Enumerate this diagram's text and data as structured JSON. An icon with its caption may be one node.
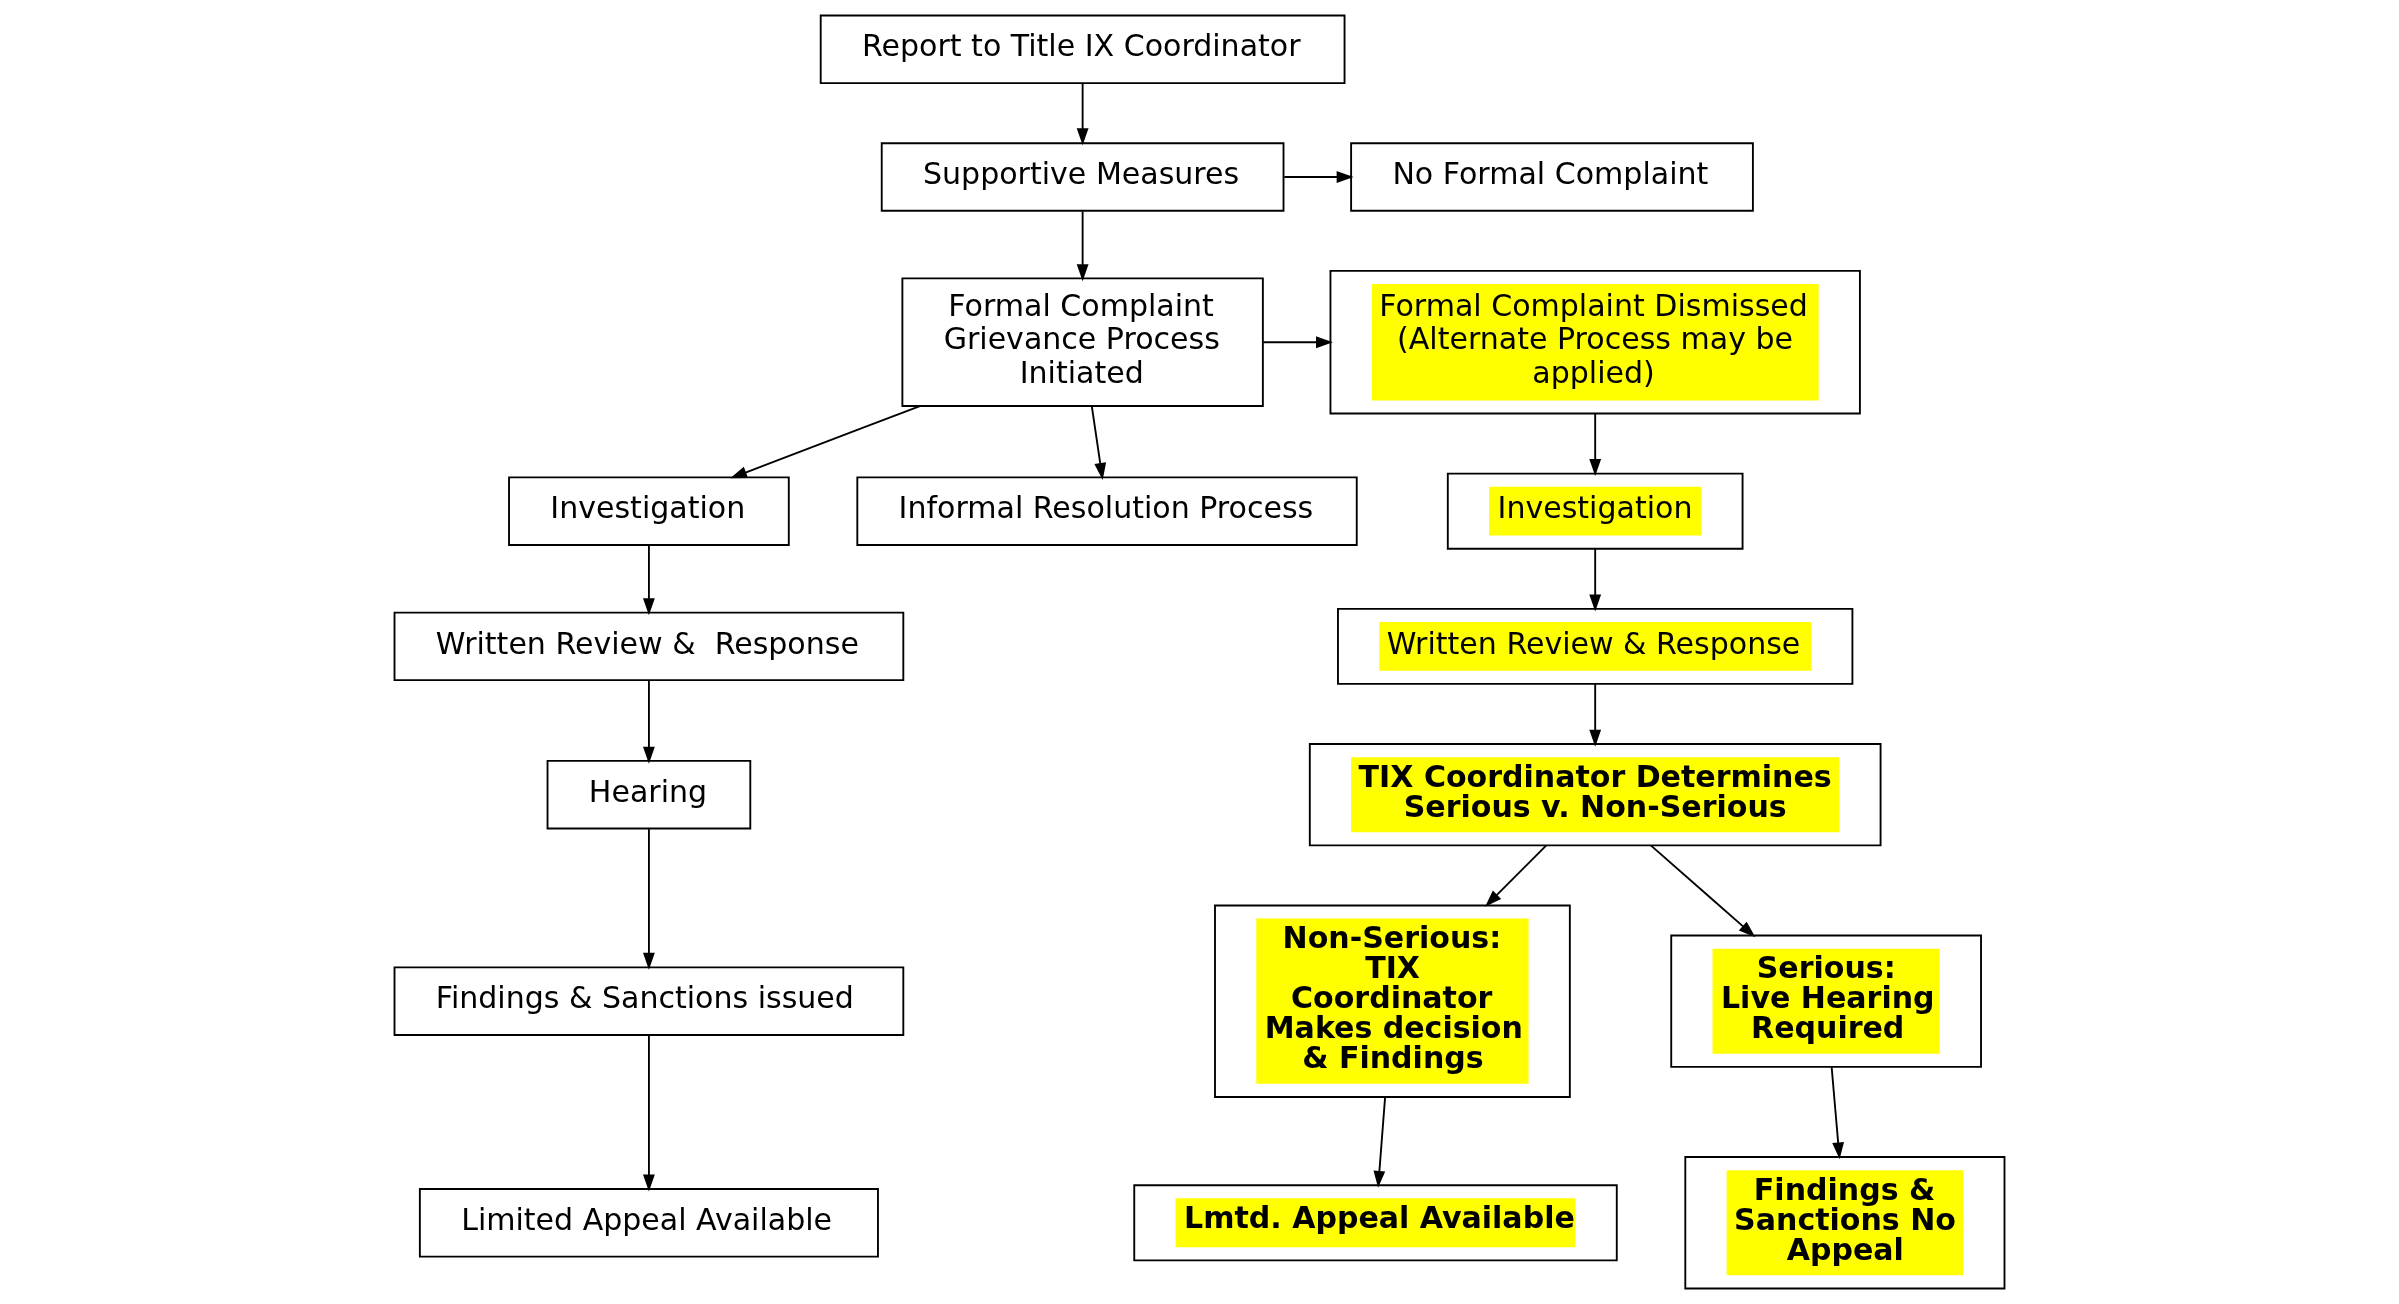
{
  "diagram": {
    "nodes": [
      {
        "text": [
          "Report to Title IX Coordinator"
        ]
      },
      {
        "text": [
          "Supportive Measures"
        ]
      },
      {
        "text": [
          "No Formal Complaint"
        ]
      },
      {
        "text": [
          "Formal Complaint Grievance Process Initiated"
        ]
      },
      {
        "text": [
          "Formal Complaint Dismissed (Alternate Process may be applied)"
        ]
      },
      {
        "text": [
          "Investigation"
        ]
      },
      {
        "text": [
          "Investigation"
        ]
      },
      {
        "text": [
          "Informal Resolution Process"
        ]
      },
      {
        "text": [
          "Written Review &  Response"
        ]
      },
      {
        "text": [
          "Written Review & Response"
        ]
      },
      {
        "text": [
          "Hearing"
        ]
      },
      {
        "text": [
          "TIX Coordinator Determines Serious v. Non-Serious"
        ]
      },
      {
        "text": [
          "Findings & Sanctions issued"
        ]
      },
      {
        "text": [
          "Non-Serious: TIX Coordinator Makes decision & Findings"
        ]
      },
      {
        "text": [
          "Serious: Live Hearing Required"
        ]
      },
      {
        "text": [
          "Limited Appeal Available"
        ]
      },
      {
        "text": [
          "Lmtd. Appeal Available"
        ]
      },
      {
        "text": [
          "Findings & Sanctions No Appeal"
        ]
      }
    ],
    "edges": [
      {
        "from": 0,
        "to": 1,
        "arrow": "to"
      },
      {
        "from": 1,
        "to": 2,
        "arrow": "to"
      },
      {
        "from": 1,
        "to": 3,
        "arrow": "to"
      },
      {
        "from": 3,
        "to": 4,
        "arrow": "to"
      },
      {
        "from": 3,
        "to": 7,
        "arrow": "to"
      },
      {
        "from": 3,
        "to": 5,
        "arrow": "to"
      },
      {
        "from": 5,
        "to": 8,
        "arrow": "to"
      },
      {
        "from": 8,
        "to": 10,
        "arrow": "to"
      },
      {
        "from": 10,
        "to": 12,
        "arrow": "to"
      },
      {
        "from": 12,
        "to": 15,
        "arrow": "to"
      },
      {
        "from": 4,
        "to": 6,
        "arrow": "to"
      },
      {
        "from": 6,
        "to": 9,
        "arrow": "to"
      },
      {
        "from": 9,
        "to": 11,
        "arrow": "to"
      },
      {
        "from": 11,
        "to": 13,
        "arrow": "to"
      },
      {
        "from": 11,
        "to": 14,
        "arrow": "to"
      },
      {
        "from": 13,
        "to": 16,
        "arrow": "to"
      },
      {
        "from": 14,
        "to": 17,
        "arrow": "to"
      }
    ]
  }
}
